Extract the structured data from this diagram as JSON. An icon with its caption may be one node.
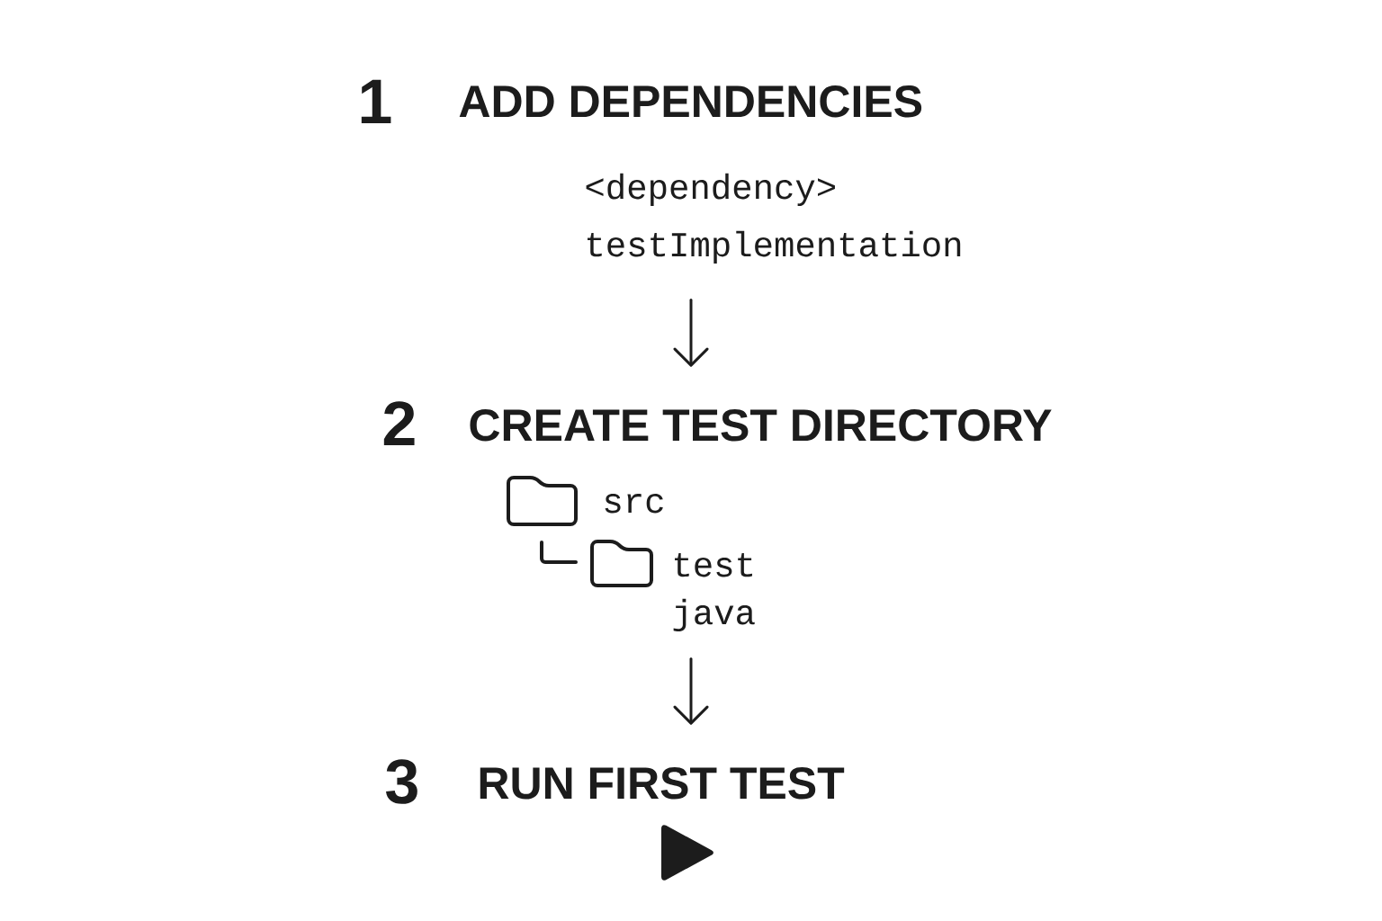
{
  "diagram": {
    "nodes": [
      {
        "text": [
          "1",
          "ADD DEPENDENCIES",
          "<dependency>",
          "testImplementation"
        ]
      },
      {
        "text": [
          "2",
          "CREATE TEST DIRECTORY",
          "src",
          "test java"
        ]
      },
      {
        "text": [
          "3",
          "RUN FIRST TEST"
        ]
      }
    ],
    "edges": [
      {
        "from": 0,
        "to": 1,
        "arrow": "to"
      },
      {
        "from": 1,
        "to": 2,
        "arrow": "to"
      }
    ]
  }
}
